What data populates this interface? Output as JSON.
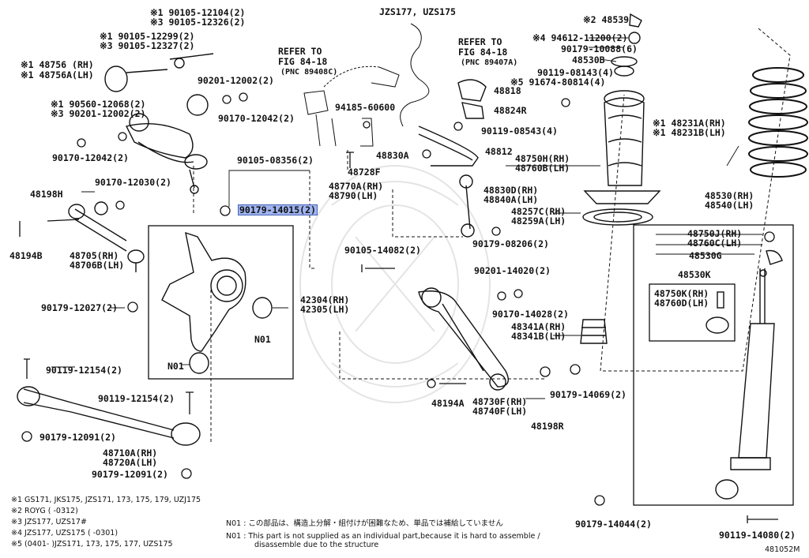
{
  "diagram": {
    "title": "JZS177, UZS175",
    "refer_left": {
      "line1": "REFER TO",
      "line2": "FIG 84-18",
      "line3": "(PNC 89408C)"
    },
    "refer_right": {
      "line1": "REFER TO",
      "line2": "FIG 84-18",
      "line3": "(PNC 89407A)"
    },
    "callouts": {
      "p190105_12104": "※1 90105-12104(2)",
      "p390105_12326": "※3 90105-12326(2)",
      "p190105_12299": "※1 90105-12299(2)",
      "p390105_12327": "※3 90105-12327(2)",
      "p148756": "※1 48756 (RH)",
      "p148756A": "※1 48756A(LH)",
      "p90201_12002a": "90201-12002(2)",
      "p190560": "※1 90560-12068(2)",
      "p390201": "※3 90201-12002(2)",
      "p90170_12042a": "90170-12042(2)",
      "p90170_12042b": "90170-12042(2)",
      "p90105_08356": "90105-08356(2)",
      "p48770A": "48770A(RH)",
      "p48790": "48790(LH)",
      "p48728F": "48728F",
      "p94185": "94185-60600",
      "p48830A": "48830A",
      "p48812": "48812",
      "p48818": "48818",
      "p48824R": "48824R",
      "p90119_08543": "90119-08543(4)",
      "p90119_08143": "90119-08143(4)",
      "p591674": "※5 91674-80814(4)",
      "p248539": "※2 48539",
      "p494612": "※4 94612-11200(2)",
      "p90179_10088": "90179-10088(6)",
      "p48530B": "48530B",
      "p48750H": "48750H(RH)",
      "p48760B": "48760B(LH)",
      "p148231A": "※1 48231A(RH)",
      "p148231B": "※1 48231B(LH)",
      "p48198H": "48198H",
      "p90170_12030": "90170-12030(2)",
      "p90179_14015": "90179-14015(2)",
      "p48830D": "48830D(RH)",
      "p48840A": "48840A(LH)",
      "p48257C": "48257C(RH)",
      "p48259A": "48259A(LH)",
      "p48530RH": "48530(RH)",
      "p48540LH": "48540(LH)",
      "p48194B": "48194B",
      "p48705": "48705(RH)",
      "p48706B": "48706B(LH)",
      "p90105_14082": "90105-14082(2)",
      "p90179_08206": "90179-08206(2)",
      "p48750J": "48750J(RH)",
      "p48760C": "48760C(LH)",
      "p48530G": "48530G",
      "p90201_14020": "90201-14020(2)",
      "p42304": "42304(RH)",
      "p42305": "42305(LH)",
      "p48530K": "48530K",
      "p48750K": "48750K(RH)",
      "p48760D": "48760D(LH)",
      "p90179_12027": "90179-12027(2)",
      "p90170_14028": "90170-14028(2)",
      "p48341A": "48341A(RH)",
      "p48341B": "48341B(LH)",
      "pN01a": "N01",
      "pN01b": "N01",
      "p90119_12154a": "90119-12154(2)",
      "p90179_14069": "90179-14069(2)",
      "p48194A": "48194A",
      "p48730F": "48730F(RH)",
      "p48740F": "48740F(LH)",
      "p90119_12154b": "90119-12154(2)",
      "p48198R": "48198R",
      "p90179_12091a": "90179-12091(2)",
      "p48710A": "48710A(RH)",
      "p48720A": "48720A(LH)",
      "p90179_12091b": "90179-12091(2)",
      "p90179_14044": "90179-14044(2)",
      "p90119_14080": "90119-14080(2)"
    },
    "footnotes": [
      "※1  GS171, JKS175, JZS171, 173, 175, 179, UZJ175",
      "※2  ROYG (        -0312)",
      "※3  JZS177, UZS17#",
      "※4  JZS177, UZS175 (        -0301)",
      "※5 (0401-      )JZS171, 173, 175, 177, UZS175"
    ],
    "note_jp": "N01 : この部品は、構造上分解・組付けが困難なため、単品では補給していません",
    "note_en1": "N01 : This part is not supplied as an individual part,because it is hard to assemble /",
    "note_en2": "disassemble due to the structure",
    "figure_id": "481052M"
  },
  "colors": {
    "line": "#111111",
    "highlight": "#9fb4f0",
    "watermark": "#e4e4e4"
  }
}
